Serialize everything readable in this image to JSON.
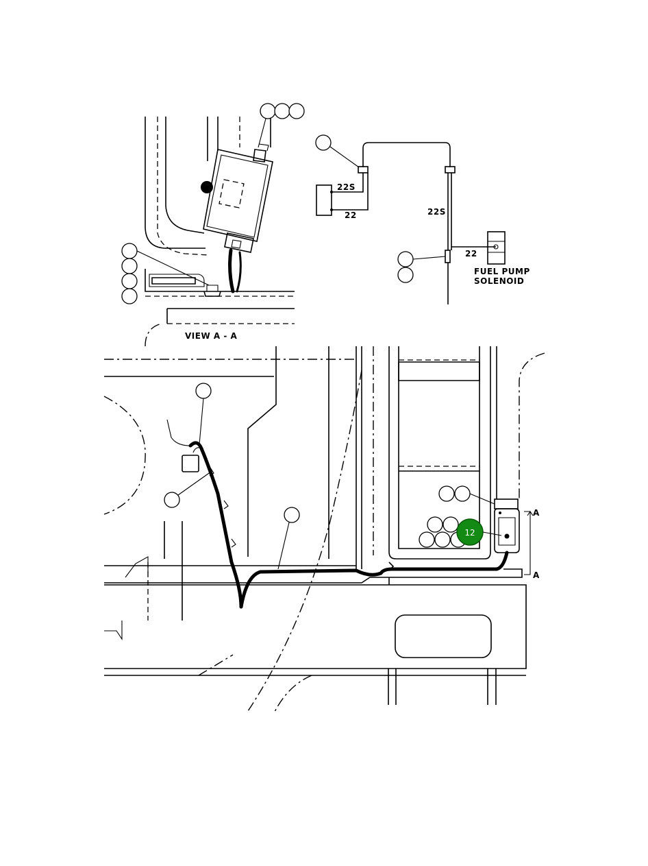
{
  "labels": {
    "view_title": "VIEW  A - A",
    "wire_22s_left": "22S",
    "wire_22_left": "22",
    "wire_22s_right": "22S",
    "wire_22_right": "22",
    "fuel_pump_line1": "FUEL  PUMP",
    "fuel_pump_line2": "SOLENOID",
    "section_mark_top": "A",
    "section_mark_bottom": "A"
  },
  "highlighted_callout": {
    "number": "12",
    "color": "#138a13"
  }
}
